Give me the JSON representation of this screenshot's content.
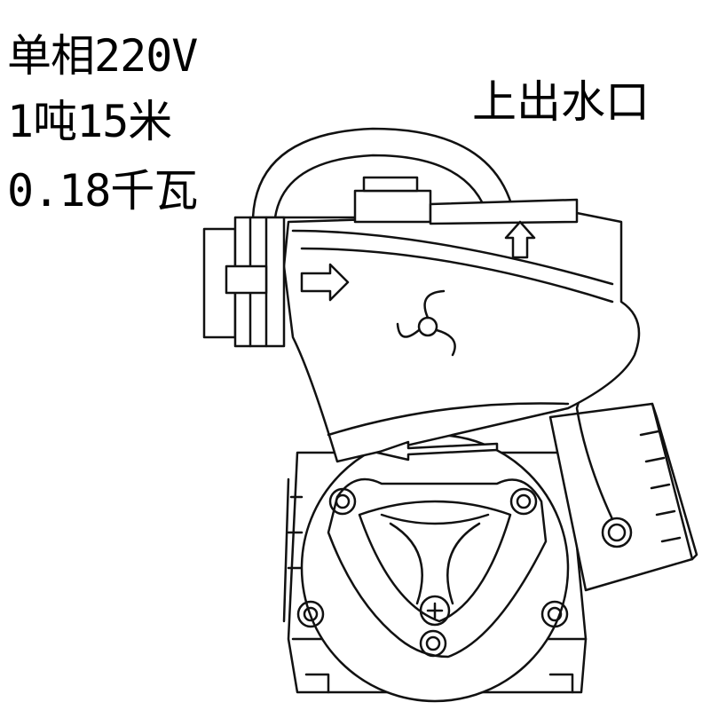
{
  "specs": {
    "phase": "单相220V",
    "flow_head": "1吨15米",
    "power": "0.18千瓦"
  },
  "labels": {
    "outlet": "上出水口"
  },
  "icons": [
    "inlet-arrow-icon",
    "outlet-arrow-icon",
    "impeller-icon",
    "rotation-arrow-icon"
  ]
}
